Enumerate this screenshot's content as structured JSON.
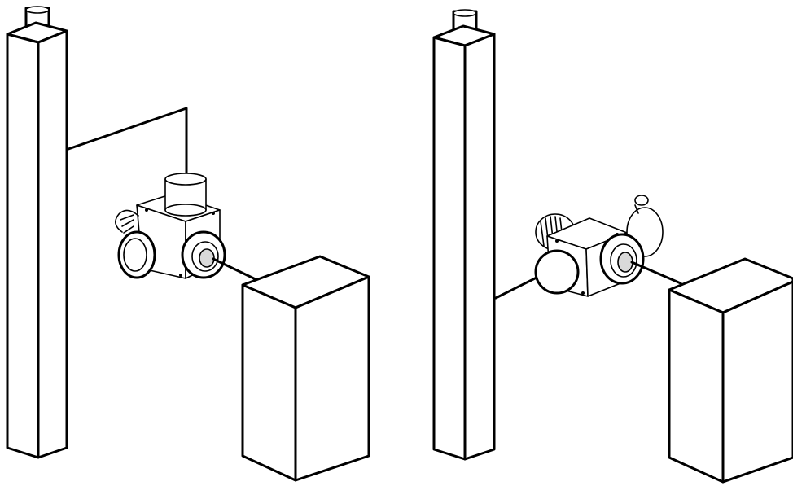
{
  "figure": {
    "panels": [
      {
        "id": "left",
        "components": [
          "column",
          "connection-line",
          "three-way-valve",
          "cabinet"
        ],
        "valve_orientation": "actuator-up"
      },
      {
        "id": "right",
        "components": [
          "column",
          "connection-line",
          "three-way-valve",
          "cabinet"
        ],
        "valve_orientation": "actuator-side"
      }
    ],
    "colors": {
      "line": "#000000",
      "background": "#ffffff",
      "shade": "#d9d9d9"
    }
  }
}
